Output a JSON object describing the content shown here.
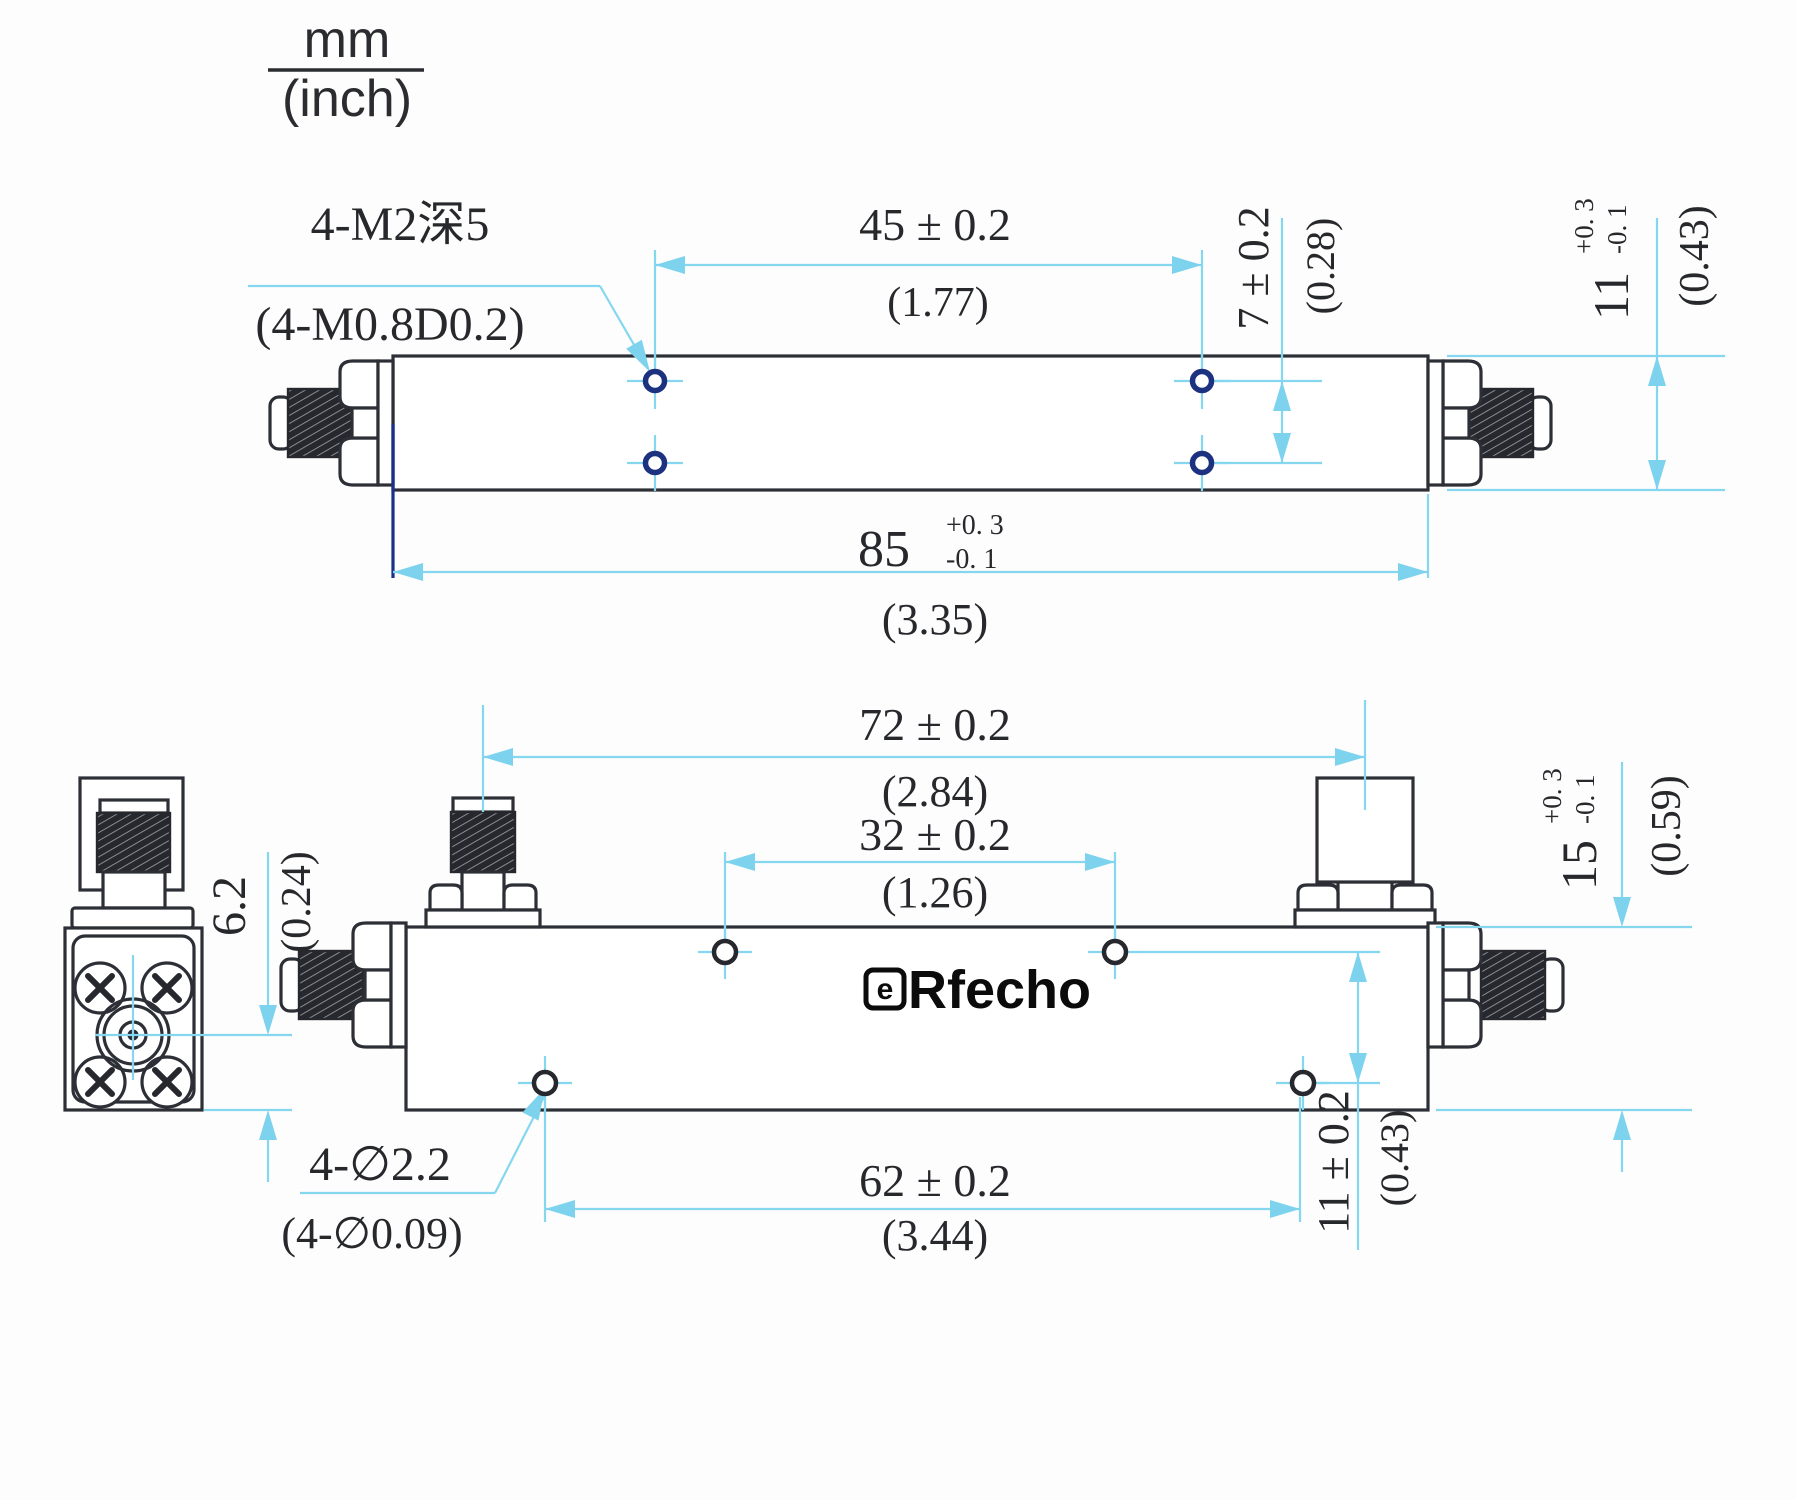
{
  "units": {
    "numerator": "mm",
    "denominator": "(inch)"
  },
  "watermark": {
    "logo": "e",
    "brand": "Rfecho"
  },
  "labels": {
    "screw_holes_top": {
      "line1": "4-M2深5",
      "line2": "(4-M0.8D0.2)"
    },
    "through_holes_bottom": {
      "line1": "4-∅2.2",
      "line2": "(4-∅0.09)"
    }
  },
  "dimensions": {
    "top_45": {
      "mm": "45 ± 0.2",
      "inch": "(1.77)"
    },
    "top_7": {
      "mm": "7 ± 0.2",
      "inch": "(0.28)"
    },
    "top_11": {
      "value": "11",
      "tol_plus": "+0. 3",
      "tol_minus": "-0. 1",
      "inch": "(0.43)"
    },
    "top_85": {
      "value": "85",
      "tol_plus": "+0. 3",
      "tol_minus": "-0. 1",
      "inch": "(3.35)"
    },
    "bottom_72": {
      "mm": "72 ± 0.2",
      "inch": "(2.84)"
    },
    "bottom_32": {
      "mm": "32 ± 0.2",
      "inch": "(1.26)"
    },
    "bottom_62": {
      "mm": "62 ± 0.2",
      "inch": "(3.44)"
    },
    "bottom_11": {
      "mm": "11 ± 0.2",
      "inch": "(0.43)"
    },
    "bottom_15": {
      "value": "15",
      "tol_plus": "+0. 3",
      "tol_minus": "-0. 1",
      "inch": "(0.59)"
    },
    "end_6_2": {
      "mm": "6.2",
      "inch": "(0.24)"
    }
  },
  "colors": {
    "dimension_line": "#85d7f0",
    "arrow": "#7dd2ee",
    "part_outline": "#2c2f36",
    "hole_ring_top": "#1c3180",
    "extension_navy": "#1b2f8c",
    "text": "#26282c"
  }
}
